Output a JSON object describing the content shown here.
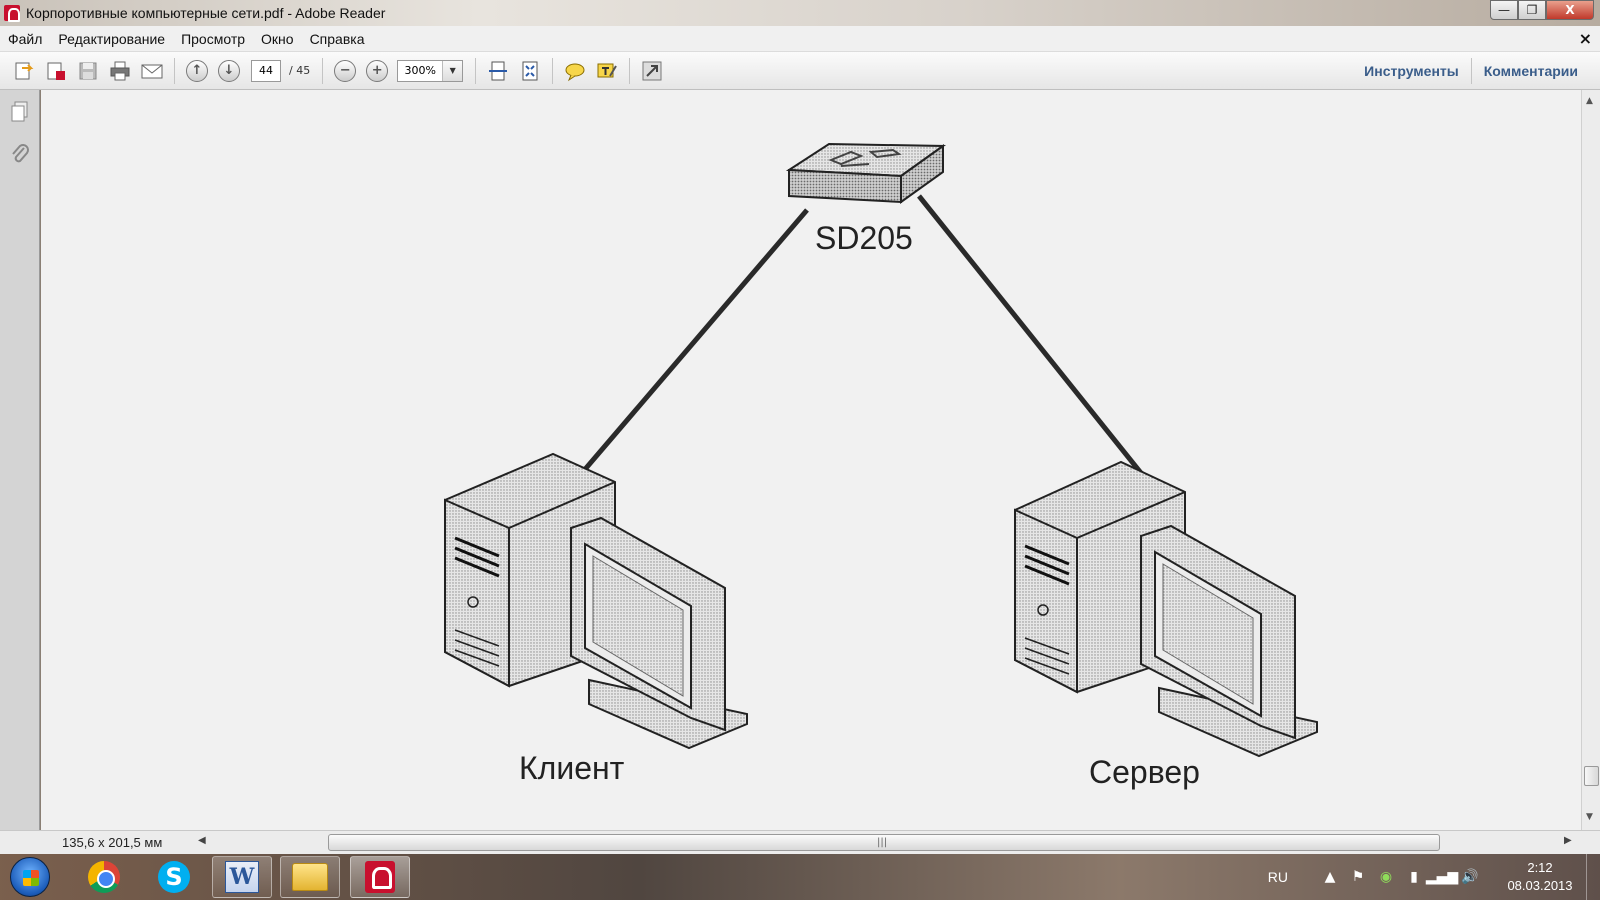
{
  "window": {
    "title": "Корпоротивные компьютерные сети.pdf - Adobe Reader",
    "minimize": "—",
    "maximize": "❐",
    "close": "X"
  },
  "menu": {
    "items": [
      "Файл",
      "Редактирование",
      "Просмотр",
      "Окно",
      "Справка"
    ],
    "close_doc": "×"
  },
  "toolbar": {
    "current_page": "44",
    "total_pages": "/ 45",
    "zoom": "300%",
    "tools_label": "Инструменты",
    "comments_label": "Комментарии"
  },
  "document": {
    "switch_label": "SD205",
    "client_label": "Клиент",
    "server_label": "Сервер"
  },
  "statusbar": {
    "page_size": "135,6 x 201,5 мм"
  },
  "taskbar": {
    "language": "RU",
    "time": "2:12",
    "date": "08.03.2013"
  },
  "colors": {
    "toolbar_link": "#3a5d8a",
    "document_bg": "#f1f1f1",
    "acrobat_red": "#c8102e"
  }
}
